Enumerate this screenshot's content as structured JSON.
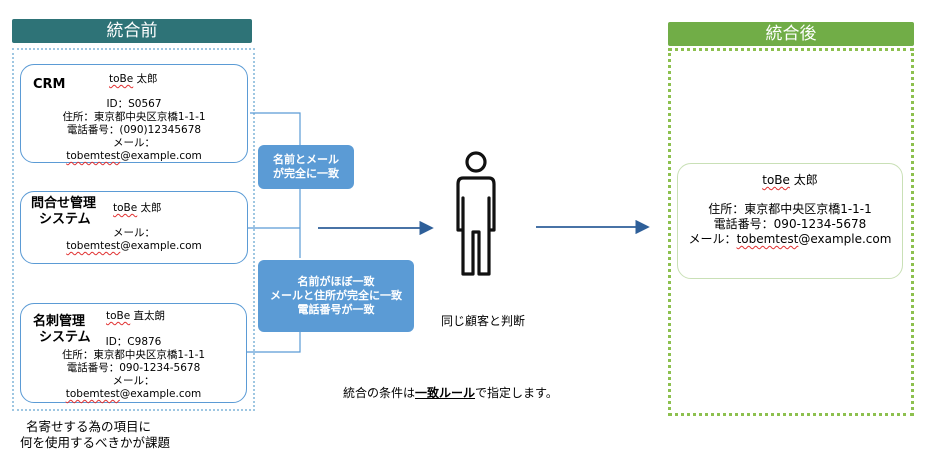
{
  "before": {
    "header": "統合前",
    "crm": {
      "system": "CRM",
      "name_prefix": "toBe",
      "name_suffix": " 太郎",
      "id": "ID：S0567",
      "address": "住所：東京都中央区京橋1-1-1",
      "phone": "電話番号：(090)12345678",
      "mail_label": "メール：",
      "mail_prefix": "tobemtest",
      "mail_suffix": "@example.com"
    },
    "inquiry": {
      "system_line1": "問合せ管理",
      "system_line2": "システム",
      "name_prefix": "toBe",
      "name_suffix": " 太郎",
      "mail_label": "メール：",
      "mail_prefix": "tobemtest",
      "mail_suffix": "@example.com"
    },
    "card_mgmt": {
      "system_line1": "名刺管理",
      "system_line2": "システム",
      "name_prefix": "toBe",
      "name_suffix": " 直太朗",
      "id": "ID：C9876",
      "address": "住所：東京都中央区京橋1-1-1",
      "phone": "電話番号：090-1234-5678",
      "mail_label": "メール：",
      "mail_prefix": "tobemtest",
      "mail_suffix": "@example.com"
    }
  },
  "rules": {
    "exact": [
      "名前とメール",
      "が完全に一致"
    ],
    "partial": [
      "名前がほぼ一致",
      "メールと住所が完全に一致",
      "電話番号が一致"
    ]
  },
  "person_caption": "同じ顧客と判断",
  "condition": {
    "pre": "統合の条件は",
    "bold": "一致ルール",
    "post": "で指定します。"
  },
  "issue": [
    "名寄せする為の項目に",
    "何を使用するべきかが課題"
  ],
  "after": {
    "header": "統合後",
    "name_prefix": "toBe",
    "name_suffix": " 太郎",
    "address": "住所：東京都中央区京橋1-1-1",
    "phone": "電話番号：090-1234-5678",
    "mail_label": "メール：",
    "mail_prefix": "tobemtest",
    "mail_suffix": "@example.com"
  },
  "colors": {
    "teal": "#2e7377",
    "green": "#71ad47",
    "blue": "#5b9bd5",
    "arrow": "#2e5f99"
  }
}
